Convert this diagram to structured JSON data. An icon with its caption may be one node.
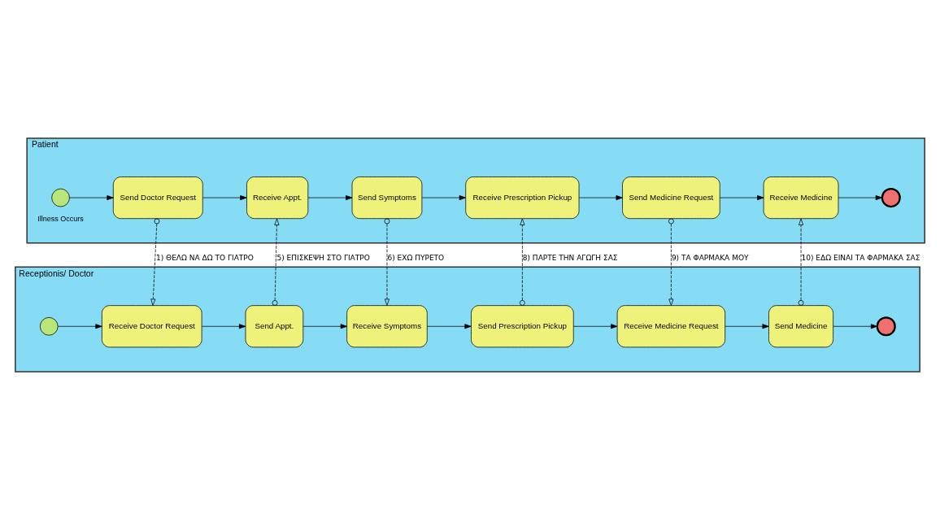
{
  "diagram": {
    "nodes": [
      {
        "text": [
          "Patient"
        ]
      },
      {
        "text": [],
        "shape": "circle",
        "in": 0,
        "beside": [
          "Illness Occurs"
        ]
      },
      {
        "text": [
          "Send Doctor Request"
        ],
        "in": 0
      },
      {
        "text": [
          "Receive Appt."
        ],
        "in": 0
      },
      {
        "text": [
          "Send Symptoms"
        ],
        "in": 0
      },
      {
        "text": [
          "Receive Prescription Pickup"
        ],
        "in": 0
      },
      {
        "text": [
          "Send Medicine Request"
        ],
        "in": 0
      },
      {
        "text": [
          "Receive Medicine"
        ],
        "in": 0
      },
      {
        "text": [],
        "shape": "circle",
        "in": 0
      },
      {
        "text": [
          "Receptionis/ Doctor"
        ]
      },
      {
        "text": [],
        "shape": "circle",
        "in": 9
      },
      {
        "text": [
          "Receive Doctor Request"
        ],
        "in": 9
      },
      {
        "text": [
          "Send Appt."
        ],
        "in": 9
      },
      {
        "text": [
          "Receive Symptoms"
        ],
        "in": 9
      },
      {
        "text": [
          "Send Prescription Pickup"
        ],
        "in": 9
      },
      {
        "text": [
          "Receive Medicine Request"
        ],
        "in": 9
      },
      {
        "text": [
          "Send Medicine"
        ],
        "in": 9
      },
      {
        "text": [],
        "shape": "circle",
        "in": 9
      }
    ],
    "edges": [
      {
        "from": 1,
        "to": 2,
        "arrow": "to"
      },
      {
        "from": 2,
        "to": 3,
        "arrow": "to"
      },
      {
        "from": 3,
        "to": 4,
        "arrow": "to"
      },
      {
        "from": 4,
        "to": 5,
        "arrow": "to"
      },
      {
        "from": 5,
        "to": 6,
        "arrow": "to"
      },
      {
        "from": 6,
        "to": 7,
        "arrow": "to"
      },
      {
        "from": 7,
        "to": 8,
        "arrow": "to"
      },
      {
        "from": 10,
        "to": 11,
        "arrow": "to"
      },
      {
        "from": 11,
        "to": 12,
        "arrow": "to"
      },
      {
        "from": 12,
        "to": 13,
        "arrow": "to"
      },
      {
        "from": 13,
        "to": 14,
        "arrow": "to"
      },
      {
        "from": 14,
        "to": 15,
        "arrow": "to"
      },
      {
        "from": 15,
        "to": 16,
        "arrow": "to"
      },
      {
        "from": 16,
        "to": 17,
        "arrow": "to"
      },
      {
        "from": 2,
        "to": 11,
        "arrow": "to",
        "style": "dashed",
        "label": "1) ΘΕΛΩ ΝΑ ΔΩ ΤΟ ΓΙΑΤΡΟ"
      },
      {
        "from": 12,
        "to": 3,
        "arrow": "to",
        "style": "dashed",
        "label": "5) ΕΠΙΣΚΕΨΗ ΣΤΟ ΓΙΑΤΡΟ"
      },
      {
        "from": 4,
        "to": 13,
        "arrow": "to",
        "style": "dashed",
        "label": "6) ΕΧΩ ΠΥΡΕΤΟ"
      },
      {
        "from": 14,
        "to": 5,
        "arrow": "to",
        "style": "dashed",
        "label": "8) ΠΑΡΤΕ ΤΗΝ ΑΓΩΓΗ ΣΑΣ"
      },
      {
        "from": 6,
        "to": 15,
        "arrow": "to",
        "style": "dashed",
        "label": "9) ΤΑ ΦΑΡΜΑΚΑ ΜΟΥ"
      },
      {
        "from": 16,
        "to": 7,
        "arrow": "to",
        "style": "dashed",
        "label": "10) ΕΔΩ ΕΙΝΑΙ ΤΑ ΦΑΡΜΑΚΑ ΣΑΣ"
      }
    ]
  }
}
